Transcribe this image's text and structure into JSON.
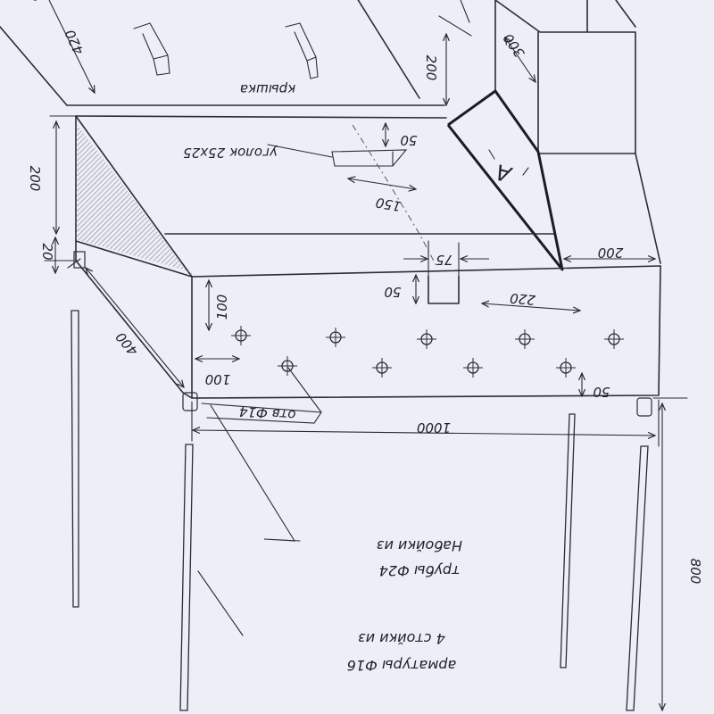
{
  "labels": {
    "lid": "крышка",
    "angle": "уголок 25x25",
    "hole": "отв Ф14",
    "view": "A",
    "legs_line1": "4 стойки из",
    "legs_line2": "арматуры Ф16",
    "caps_line1": "Набойки из",
    "caps_line2": "трубы Ф24"
  },
  "dimensions": {
    "lid_width": "420",
    "lid_rise": "200",
    "box_height": "200",
    "lower_offset": "20",
    "angle_offset": "50",
    "angle_length": "150",
    "chimney_width": "300",
    "chimney_offset": "200",
    "front_height": "100",
    "depth": "400",
    "slot_width": "75",
    "slot_depth": "50",
    "slot_to_edge": "220",
    "hole_to_edge": "100",
    "hole_row_gap": "50",
    "length": "1000",
    "leg_height": "800"
  }
}
